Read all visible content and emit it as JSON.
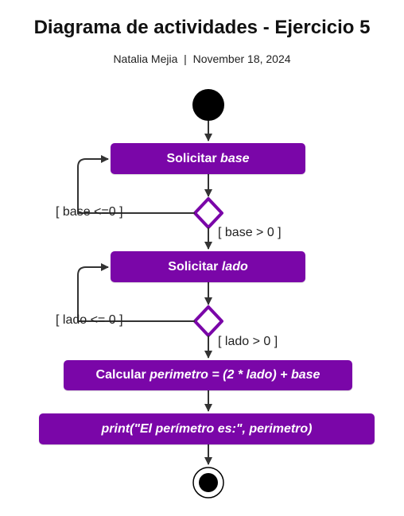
{
  "header": {
    "title": "Diagrama de actividades - Ejercicio 5",
    "author": "Natalia Mejia",
    "separator": "|",
    "date": "November 18, 2024"
  },
  "colors": {
    "node_fill": "#7a06a8",
    "decision_stroke": "#7a06a8",
    "arrow": "#333333",
    "initial_node": "#000000"
  },
  "nodes": {
    "solicitar_base": {
      "prefix": "Solicitar ",
      "emph": "base",
      "suffix": ""
    },
    "solicitar_lado": {
      "prefix": "Solicitar ",
      "emph": "lado",
      "suffix": ""
    },
    "calcular": {
      "prefix": "Calcular ",
      "emph": "perimetro = (2 * lado) + base",
      "suffix": ""
    },
    "print": {
      "prefix": "",
      "emph": "print(\"El perímetro es:\", perimetro)",
      "suffix": ""
    }
  },
  "guards": {
    "base_invalid": "[ base <=0 ]",
    "base_valid": "[ base > 0 ]",
    "lado_invalid": "[ lado <= 0 ]",
    "lado_valid": "[ lado > 0 ]"
  }
}
